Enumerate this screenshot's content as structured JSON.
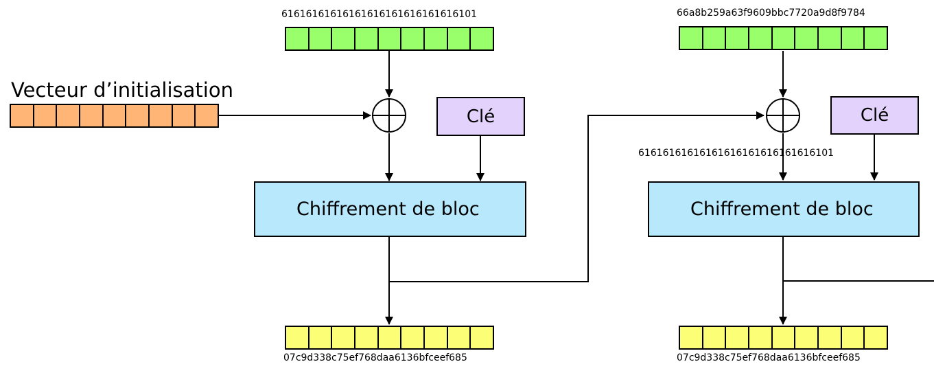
{
  "iv": {
    "label": "Vecteur d’initialisation",
    "color": "#ffb575",
    "cells": 9
  },
  "blocks": [
    {
      "plaintext_hex": "61616161616161616161616161616101",
      "xor_output_hex": "",
      "key_label": "Clé",
      "cipher_label": "Chiffrement de bloc",
      "ciphertext_hex": "07c9d338c75ef768daa6136bfceef685"
    },
    {
      "plaintext_hex": "66a8b259a63f9609bbc7720a9d8f9784",
      "xor_output_hex": "61616161616161616161616161616101",
      "key_label": "Clé",
      "cipher_label": "Chiffrement de bloc",
      "ciphertext_hex": "07c9d338c75ef768daa6136bfceef685"
    }
  ],
  "colors": {
    "plaintext": "#99ff6b",
    "ciphertext": "#fcff75",
    "cipher_box": "#b7e8fc",
    "key_box": "#e2d2fc"
  },
  "cells_per_block": 9,
  "icons": {
    "xor": "circled-plus-icon",
    "arrow": "arrow-head-icon"
  }
}
